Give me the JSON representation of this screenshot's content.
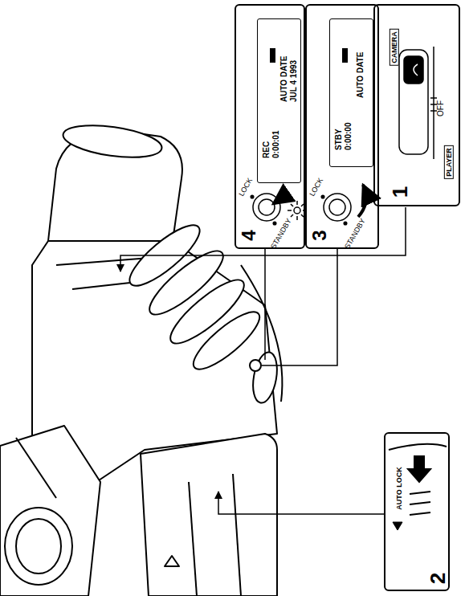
{
  "diagram": {
    "nodes": [
      {
        "text": [
          "1",
          "CAMERA",
          "OFF",
          "PLAYER"
        ]
      },
      {
        "text": [
          "2",
          "AUTO LOCK"
        ]
      },
      {
        "text": [
          "3",
          "LOCK",
          "STANDBY"
        ]
      },
      {
        "text": [
          "STBY 0:00:00",
          "AUTO DATE"
        ],
        "in": 2
      },
      {
        "text": [
          "4",
          "LOCK",
          "STANDBY"
        ]
      },
      {
        "text": [
          "REC 0:00:01",
          "AUTO DATE JUL 4 1993"
        ],
        "in": 4
      }
    ]
  }
}
